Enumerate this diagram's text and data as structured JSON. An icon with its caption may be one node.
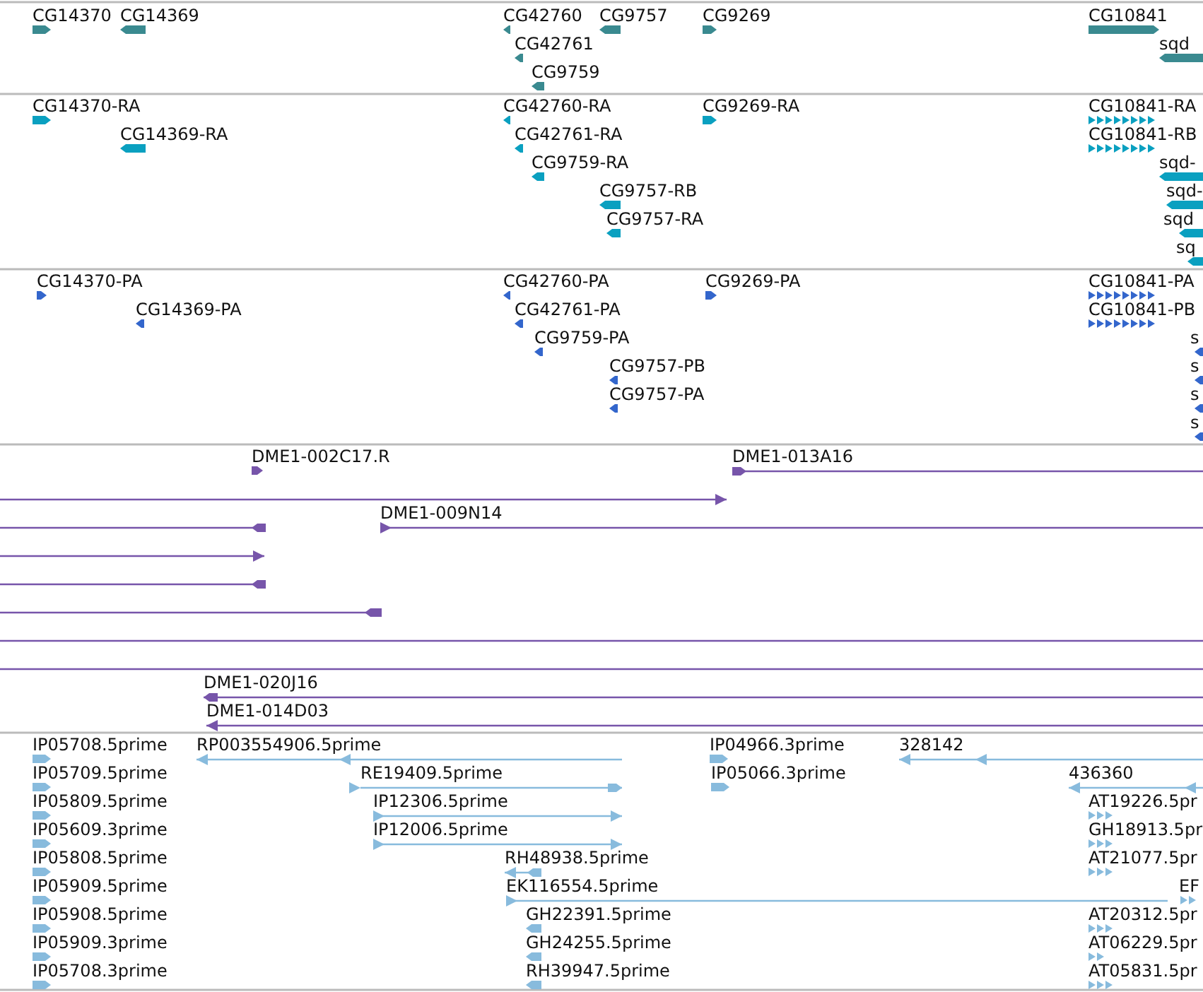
{
  "diagram": {
    "labels": [
      "CG14370",
      "CG14369",
      "CG42760",
      "CG9757",
      "CG9269",
      "CG10841",
      "CG42761",
      "sqd",
      "CG9759",
      "CG14370-RA",
      "CG42760-RA",
      "CG9269-RA",
      "CG10841-RA",
      "CG14369-RA",
      "CG42761-RA",
      "CG10841-RB",
      "CG9759-RA",
      "sqd-",
      "CG9757-RB",
      "sqd-",
      "CG9757-RA",
      "sqd",
      "sq",
      "CG14370-PA",
      "CG42760-PA",
      "CG9269-PA",
      "CG10841-PA",
      "CG14369-PA",
      "CG42761-PA",
      "CG10841-PB",
      "CG9759-PA",
      "s",
      "CG9757-PB",
      "s",
      "CG9757-PA",
      "s",
      "s",
      "DME1-002C17.R",
      "DME1-013A16",
      "DME1-009N14",
      "DME1-020J16",
      "DME1-014D03",
      "IP05708.5prime",
      "RP003554906.5prime",
      "IP04966.3prime",
      "328142",
      "IP05709.5prime",
      "RE19409.5prime",
      "IP05066.3prime",
      "436360",
      "IP05809.5prime",
      "IP12306.5prime",
      "AT19226.5pr",
      "IP05609.3prime",
      "IP12006.5prime",
      "GH18913.5pr",
      "IP05808.5prime",
      "RH48938.5prime",
      "AT21077.5pr",
      "IP05909.5prime",
      "EK116554.5prime",
      "EF",
      "IP05908.5prime",
      "GH22391.5prime",
      "AT20312.5pr",
      "IP05909.3prime",
      "GH24255.5prime",
      "AT06229.5pr",
      "IP05708.3prime",
      "RH39947.5prime",
      "AT05831.5pr"
    ]
  }
}
